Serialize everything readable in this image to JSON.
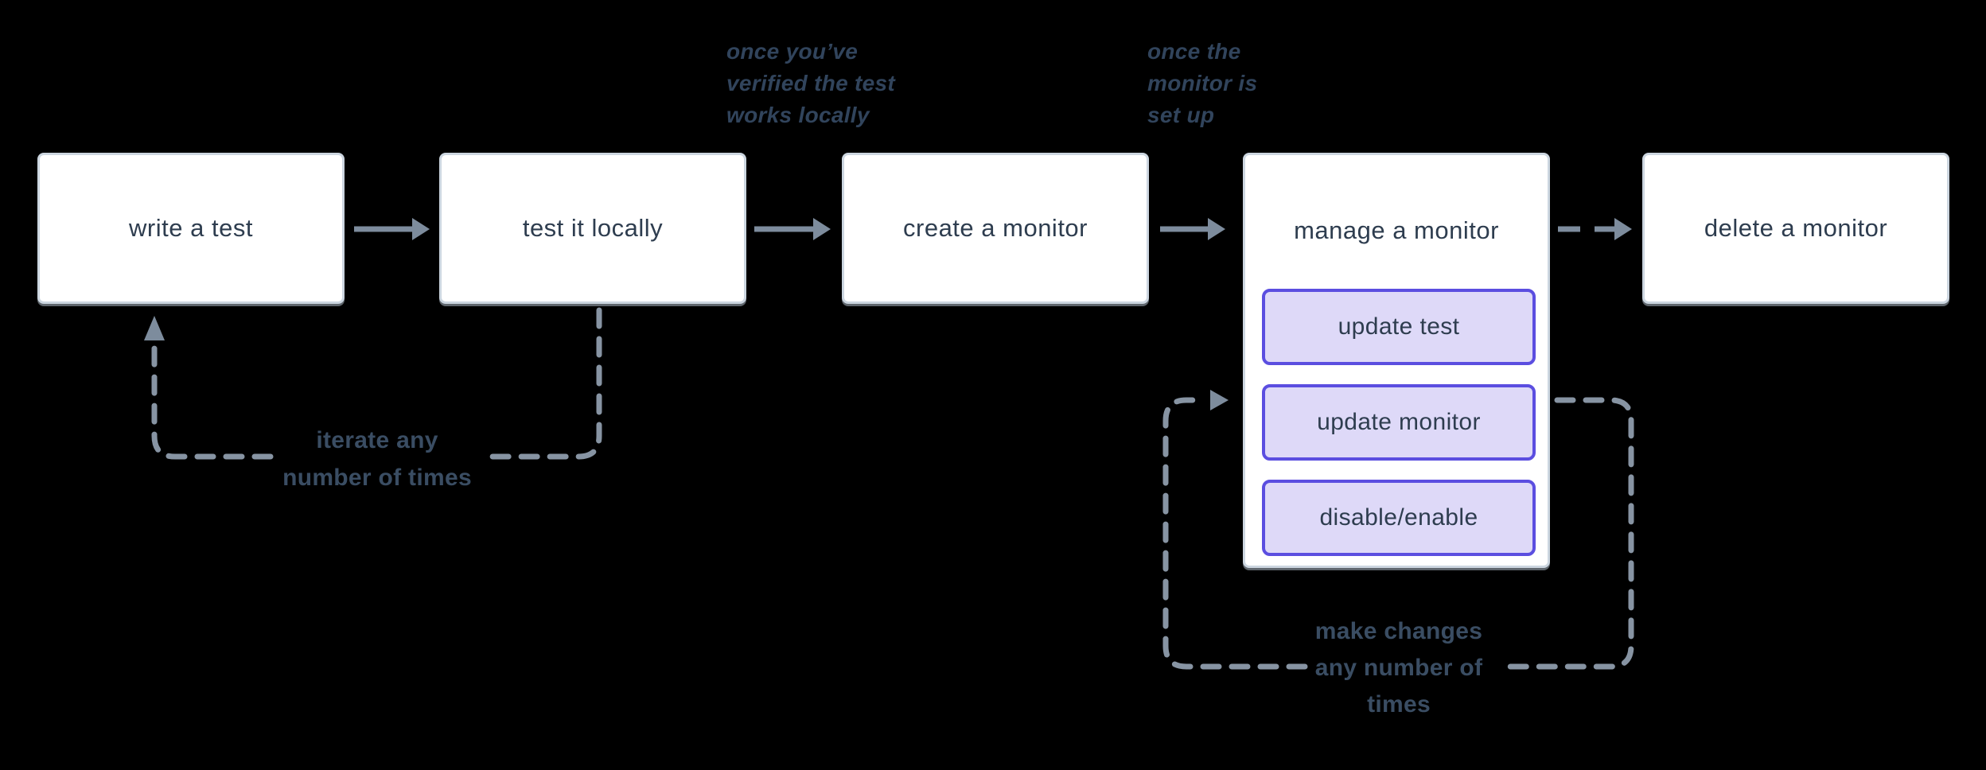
{
  "colors": {
    "background": "#000000",
    "node_fill": "#ffffff",
    "node_border": "#ccd6e0",
    "node_text": "#2e3d4f",
    "subnode_fill": "#ded9f8",
    "subnode_border": "#5b4ee0",
    "arrow": "#7d8c9d",
    "loop_dash": "#8794a3",
    "annotation_text": "#31445c",
    "loop_label_text": "#3a4d63"
  },
  "nodes": {
    "write_test": "write a test",
    "test_locally": "test it locally",
    "create_monitor": "create a monitor",
    "manage_monitor": "manage a monitor",
    "delete_monitor": "delete a monitor",
    "update_test": "update test",
    "update_monitor": "update monitor",
    "disable_enable": "disable/enable"
  },
  "annotations": {
    "once_verified": "once you’ve\nverified the test\nworks locally",
    "once_setup": "once the\nmonitor is\nset up",
    "iterate_loop": "iterate any\nnumber of times",
    "make_changes_loop": "make changes\nany number of\ntimes"
  }
}
